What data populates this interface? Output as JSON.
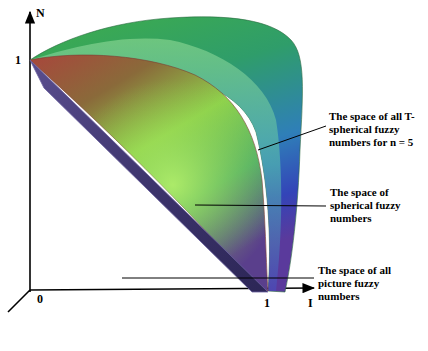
{
  "diagram": {
    "labels": [
      "N",
      "1",
      "0",
      "1",
      "I",
      "The space of all T-spherical fuzzy numbers for n = 5",
      "The space of spherical fuzzy numbers",
      "The space of all picture fuzzy numbers"
    ]
  }
}
